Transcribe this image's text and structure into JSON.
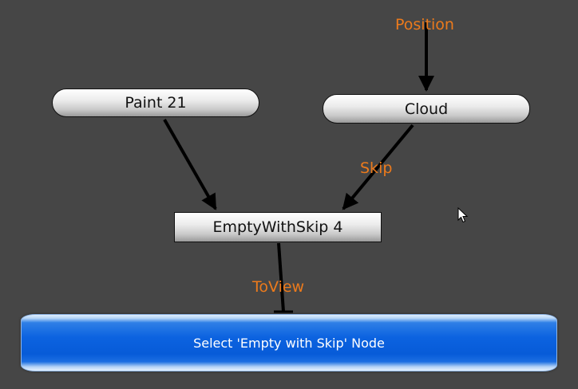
{
  "graph": {
    "nodes": {
      "paint": {
        "label": "Paint 21"
      },
      "cloud": {
        "label": "Cloud"
      },
      "empty_with_skip": {
        "label": "EmptyWithSkip 4"
      }
    },
    "port_labels": {
      "position": "Position",
      "skip": "Skip",
      "to_view": "ToView"
    }
  },
  "action_bar": {
    "label": "Select 'Empty with Skip' Node"
  },
  "colors": {
    "background": "#464646",
    "port_label": "#ec7a1c",
    "action_bar": "#0c63e0",
    "edge": "#000000"
  },
  "icons": {
    "cursor": "mouse-pointer-icon"
  }
}
